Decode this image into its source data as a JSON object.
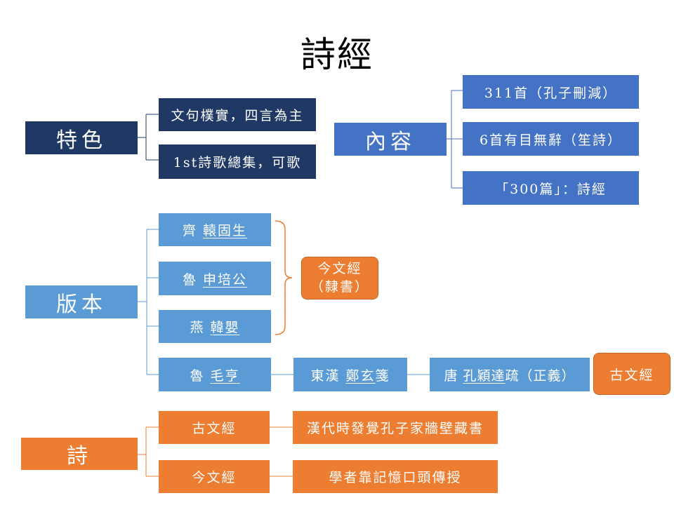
{
  "title": "詩經",
  "features": {
    "label": "特色",
    "items": [
      "文句樸實，四言為主",
      "1st詩歌總集，可歌"
    ]
  },
  "content": {
    "label": "內容",
    "items": [
      "311首（孔子刪減）",
      "6首有目無辭（笙詩）",
      "「300篇」：詩經"
    ]
  },
  "versions": {
    "label": "版本",
    "qi": {
      "state": "齊",
      "name": "轅固生"
    },
    "lu1": {
      "state": "魯",
      "name": "申培公"
    },
    "yan": {
      "state": "燕",
      "name": "韓嬰"
    },
    "lu2": {
      "state": "魯",
      "name": "毛亨"
    },
    "jinwen_line1": "今文經",
    "jinwen_line2": "（隸書）",
    "zheng": {
      "dynasty": "東漢",
      "name": "鄭玄",
      "suffix": "箋"
    },
    "kong": {
      "dynasty": "唐",
      "name": "孔穎達",
      "suffix": "疏（正義）"
    },
    "guwen": "古文經"
  },
  "poetry": {
    "label": "詩",
    "rows": [
      {
        "label": "古文經",
        "desc": "漢代時發覺孔子家牆壁藏書"
      },
      {
        "label": "今文經",
        "desc": "學者靠記憶口頭傳授"
      }
    ]
  },
  "colors": {
    "navy": "#1f3864",
    "blue": "#4472c4",
    "light_blue": "#5b9bd5",
    "orange": "#ed7d31"
  }
}
